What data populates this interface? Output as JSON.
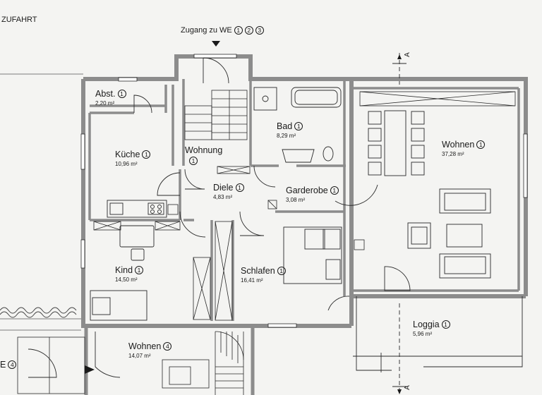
{
  "header": {
    "zufahrt": "ZUFAHRT"
  },
  "entrance": {
    "text": "Zugang zu WE",
    "units": [
      "1",
      "2",
      "3"
    ]
  },
  "rooms": [
    {
      "name": "Abst.",
      "unit": "1",
      "area": "2,20 m²"
    },
    {
      "name": "Küche",
      "unit": "1",
      "area": "10,96 m²"
    },
    {
      "name": "Wohnung",
      "unit": "1",
      "area": ""
    },
    {
      "name": "Bad",
      "unit": "1",
      "area": "8,29 m²"
    },
    {
      "name": "Wohnen",
      "unit": "1",
      "area": "37,28 m²"
    },
    {
      "name": "Diele",
      "unit": "1",
      "area": "4,83 m²"
    },
    {
      "name": "Garderobe",
      "unit": "1",
      "area": "3,08 m²"
    },
    {
      "name": "Kind",
      "unit": "1",
      "area": "14,50 m²"
    },
    {
      "name": "Schlafen",
      "unit": "1",
      "area": "16,41 m²"
    },
    {
      "name": "Loggia",
      "unit": "1",
      "area": "5,96 m²"
    },
    {
      "name": "Wohnen",
      "unit": "4",
      "area": "14,07 m²"
    }
  ],
  "left_unit": {
    "prefix": "E",
    "unit": "4"
  },
  "section_marker": {
    "label": "A"
  },
  "colors": {
    "wall": "#8c8c8c",
    "line": "#2a2a2a",
    "paper": "#f4f4f2"
  }
}
